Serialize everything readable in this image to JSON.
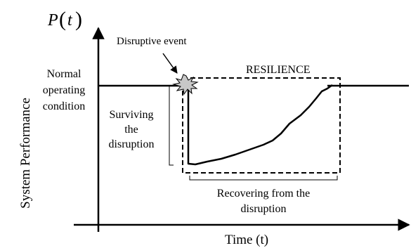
{
  "diagram": {
    "y_axis_symbol": "P",
    "y_axis_symbol_arg": "t",
    "y_axis_label": "System Performance",
    "x_axis_label": "Time (t)",
    "event_label": "Disruptive event",
    "normal_label": [
      "Normal",
      "operating",
      "condition"
    ],
    "resilience_label": "RESILIENCE",
    "surviving_label": [
      "Surviving",
      "the",
      "disruption"
    ],
    "recovering_label": [
      "Recovering from the",
      "disruption"
    ],
    "colors": {
      "line": "#000000",
      "burst_fill": "#c8c8c8",
      "background": "#ffffff"
    }
  }
}
